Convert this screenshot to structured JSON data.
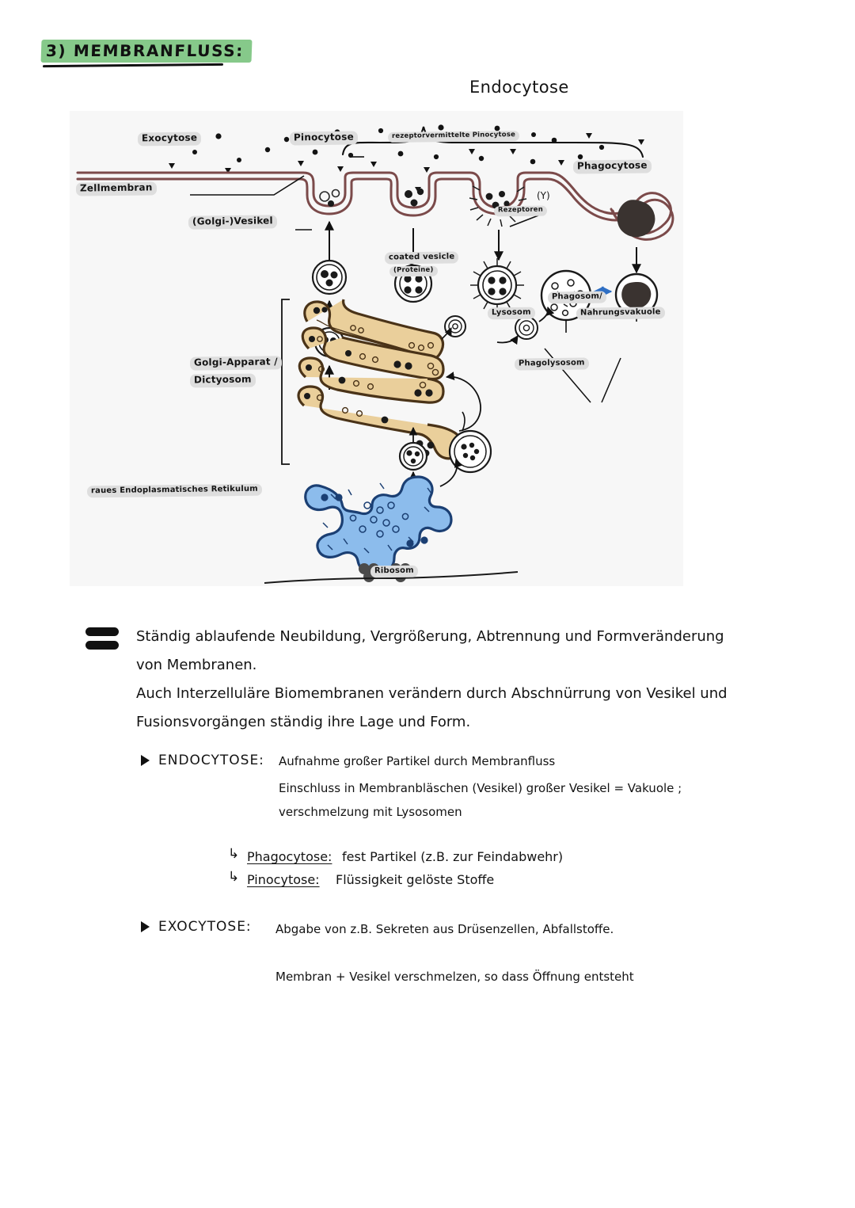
{
  "page": {
    "heading": "3) MEMBRANFLUSS:",
    "highlight_color": "#86c98a"
  },
  "figure": {
    "caption_top": "Endocytose",
    "labels": {
      "exocytose": "Exocytose",
      "pinocytose": "Pinocytose",
      "rezeptorvermittelte_pinocytose": "rezeptorvermittelte Pinocytose",
      "phagocytose": "Phagocytose",
      "zellmembran": "Zellmembran",
      "golgi_vesikel": "(Golgi-)Vesikel",
      "rezeptoren": "Rezeptoren",
      "coated_vesicle": "coated vesicle",
      "coated_vesicle_sub": "(Proteine)",
      "lysosom": "Lysosom",
      "phagosom": "Phagosom/",
      "nahrungsvakuole": "Nahrungsvakuole",
      "phagolysosom": "Phagolysosom",
      "golgi_apparat": "Golgi-Apparat /",
      "dictyosom": "Dictyosom",
      "raues_er": "raues Endoplasmatisches Retikulum",
      "ribosom": "Ribosom",
      "receptor_glyph": "(Y)"
    },
    "colors": {
      "membrane": "#7b4a4a",
      "golgi_fill": "#eacf9b",
      "golgi_stroke": "#4a3318",
      "er_fill": "#8cbcec",
      "er_stroke": "#1b3f73",
      "ribosome": "#4b4b4b",
      "particle": "#1a1a1a",
      "arrow_blue": "#2f6fc4",
      "panel_bg": "#f7f7f7"
    }
  },
  "notes": {
    "intro": [
      "Ständig ablaufende Neubildung, Vergrößerung, Abtrennung und Formveränderung",
      "von Membranen.",
      "Auch Interzelluläre Biomembranen verändern durch Abschnürrung von Vesikel und",
      "Fusionsvorgängen ständig ihre Lage und Form."
    ],
    "sections": [
      {
        "title": "ENDOCYTOSE:",
        "lines": [
          "Aufnahme großer Partikel durch Membranfluss",
          "Einschluss in Membranbläschen (Vesikel) großer Vesikel = Vakuole ;",
          "verschmelzung mit Lysosomen"
        ],
        "sub": [
          {
            "marker": "↳",
            "term": "Phagocytose:",
            "text": "fest Partikel (z.B. zur Feindabwehr)"
          },
          {
            "marker": "↳",
            "term": "Pinocytose:",
            "text": "Flüssigkeit gelöste Stoffe"
          }
        ]
      },
      {
        "title": "EXOCYTOSE:",
        "lines": [
          "Abgabe von z.B. Sekreten aus Drüsenzellen, Abfallstoffe.",
          "Membran + Vesikel verschmelzen, so dass Öffnung entsteht"
        ],
        "sub": []
      }
    ]
  }
}
